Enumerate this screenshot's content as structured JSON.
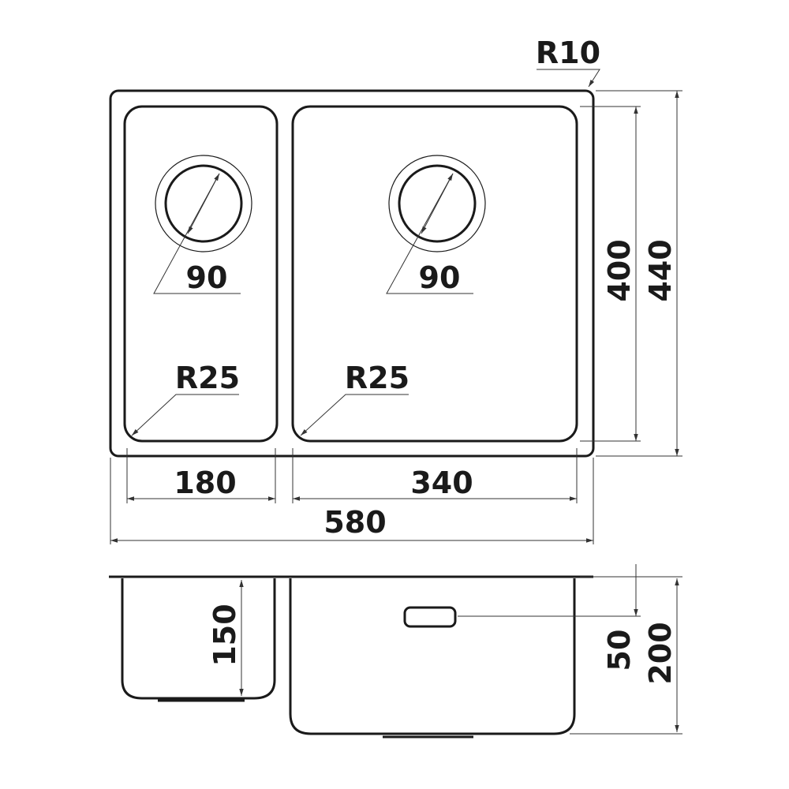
{
  "dimensions": {
    "corner_radius_outer": "R10",
    "small_drain": "90",
    "large_drain": "90",
    "small_corner_radius": "R25",
    "large_corner_radius": "R25",
    "small_bowl_width": "180",
    "large_bowl_width": "340",
    "total_width": "580",
    "inner_height": "400",
    "outer_height": "440",
    "small_bowl_depth": "150",
    "overflow_height": "50",
    "large_bowl_depth": "200"
  },
  "colors": {
    "line": "#1a1a1a",
    "dimension_line": "#333333",
    "background": "#ffffff"
  }
}
